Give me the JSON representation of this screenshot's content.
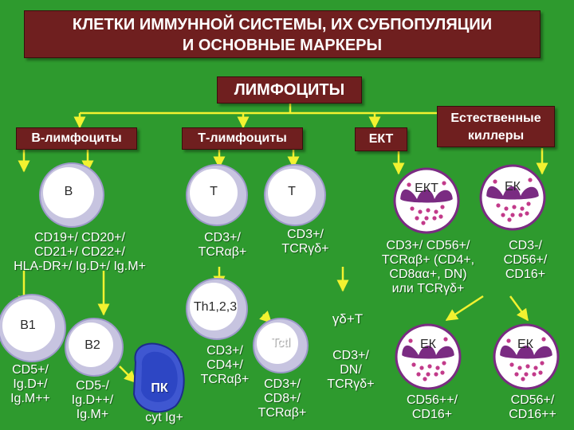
{
  "title": {
    "line1": "КЛЕТКИ ИММУННОЙ СИСТЕМЫ, ИХ СУБПОПУЛЯЦИИ",
    "line2": "И ОСНОВНЫЕ МАРКЕРЫ"
  },
  "boxes": {
    "lymphocytes": "ЛИМФОЦИТЫ",
    "b_lymphocytes": "В-лимфоциты",
    "t_lymphocytes": "Т-лимфоциты",
    "ekt": "ЕКТ",
    "nk": "Естественные\nкиллеры"
  },
  "cells": {
    "b": "В",
    "t1": "Т",
    "t2": "Т",
    "ekt": "ЕКТ",
    "ek_top": "ЕК",
    "th": "Th1,2,3",
    "b1": "В1",
    "b2": "В2",
    "pk": "ПК",
    "ek_mid": "ЕК",
    "ek_right": "ЕК"
  },
  "markers": {
    "b": "CD19+/ CD20+/\nCD21+/ CD22+/\nHLA-DR+/ Ig.D+/ Ig.M+",
    "t_ab": "CD3+/\nTCRαβ+",
    "t_gd": "CD3+/\nTCRγδ+",
    "ekt": "CD3+/ CD56+/\nTCRαβ+ (CD4+,\nCD8αα+, DN)\nили TCRγδ+",
    "ek_top": "CD3-/\nCD56+/\nCD16+",
    "gd_t": "γδ+T",
    "b1": "CD5+/\nIg.D+/\nIg.M++",
    "b2": "CD5-/\nIg.D++/\nIg.M+",
    "pk": "cyt Ig+",
    "th": "CD3+/\nCD4+/\nTCRαβ+",
    "tctl": "Tctl",
    "tctl_markers": "CD3+/\nCD8+/\nTCRαβ+",
    "gd_markers": "CD3+/\nDN/\nTCRγδ+",
    "ek_mid": "CD56++/\nCD16+",
    "ek_right": "CD56+/\nCD16++"
  },
  "colors": {
    "background": "#2e9a2e",
    "box_fill": "#6f1f1f",
    "arrow": "#f2f230",
    "cell_outer": "#b9b6d9",
    "cell_inner": "#ffffff",
    "nk_nucleus": "#7a2b82",
    "nk_dots": "#c23a8a",
    "plasma_cell": "#3f57d1"
  }
}
